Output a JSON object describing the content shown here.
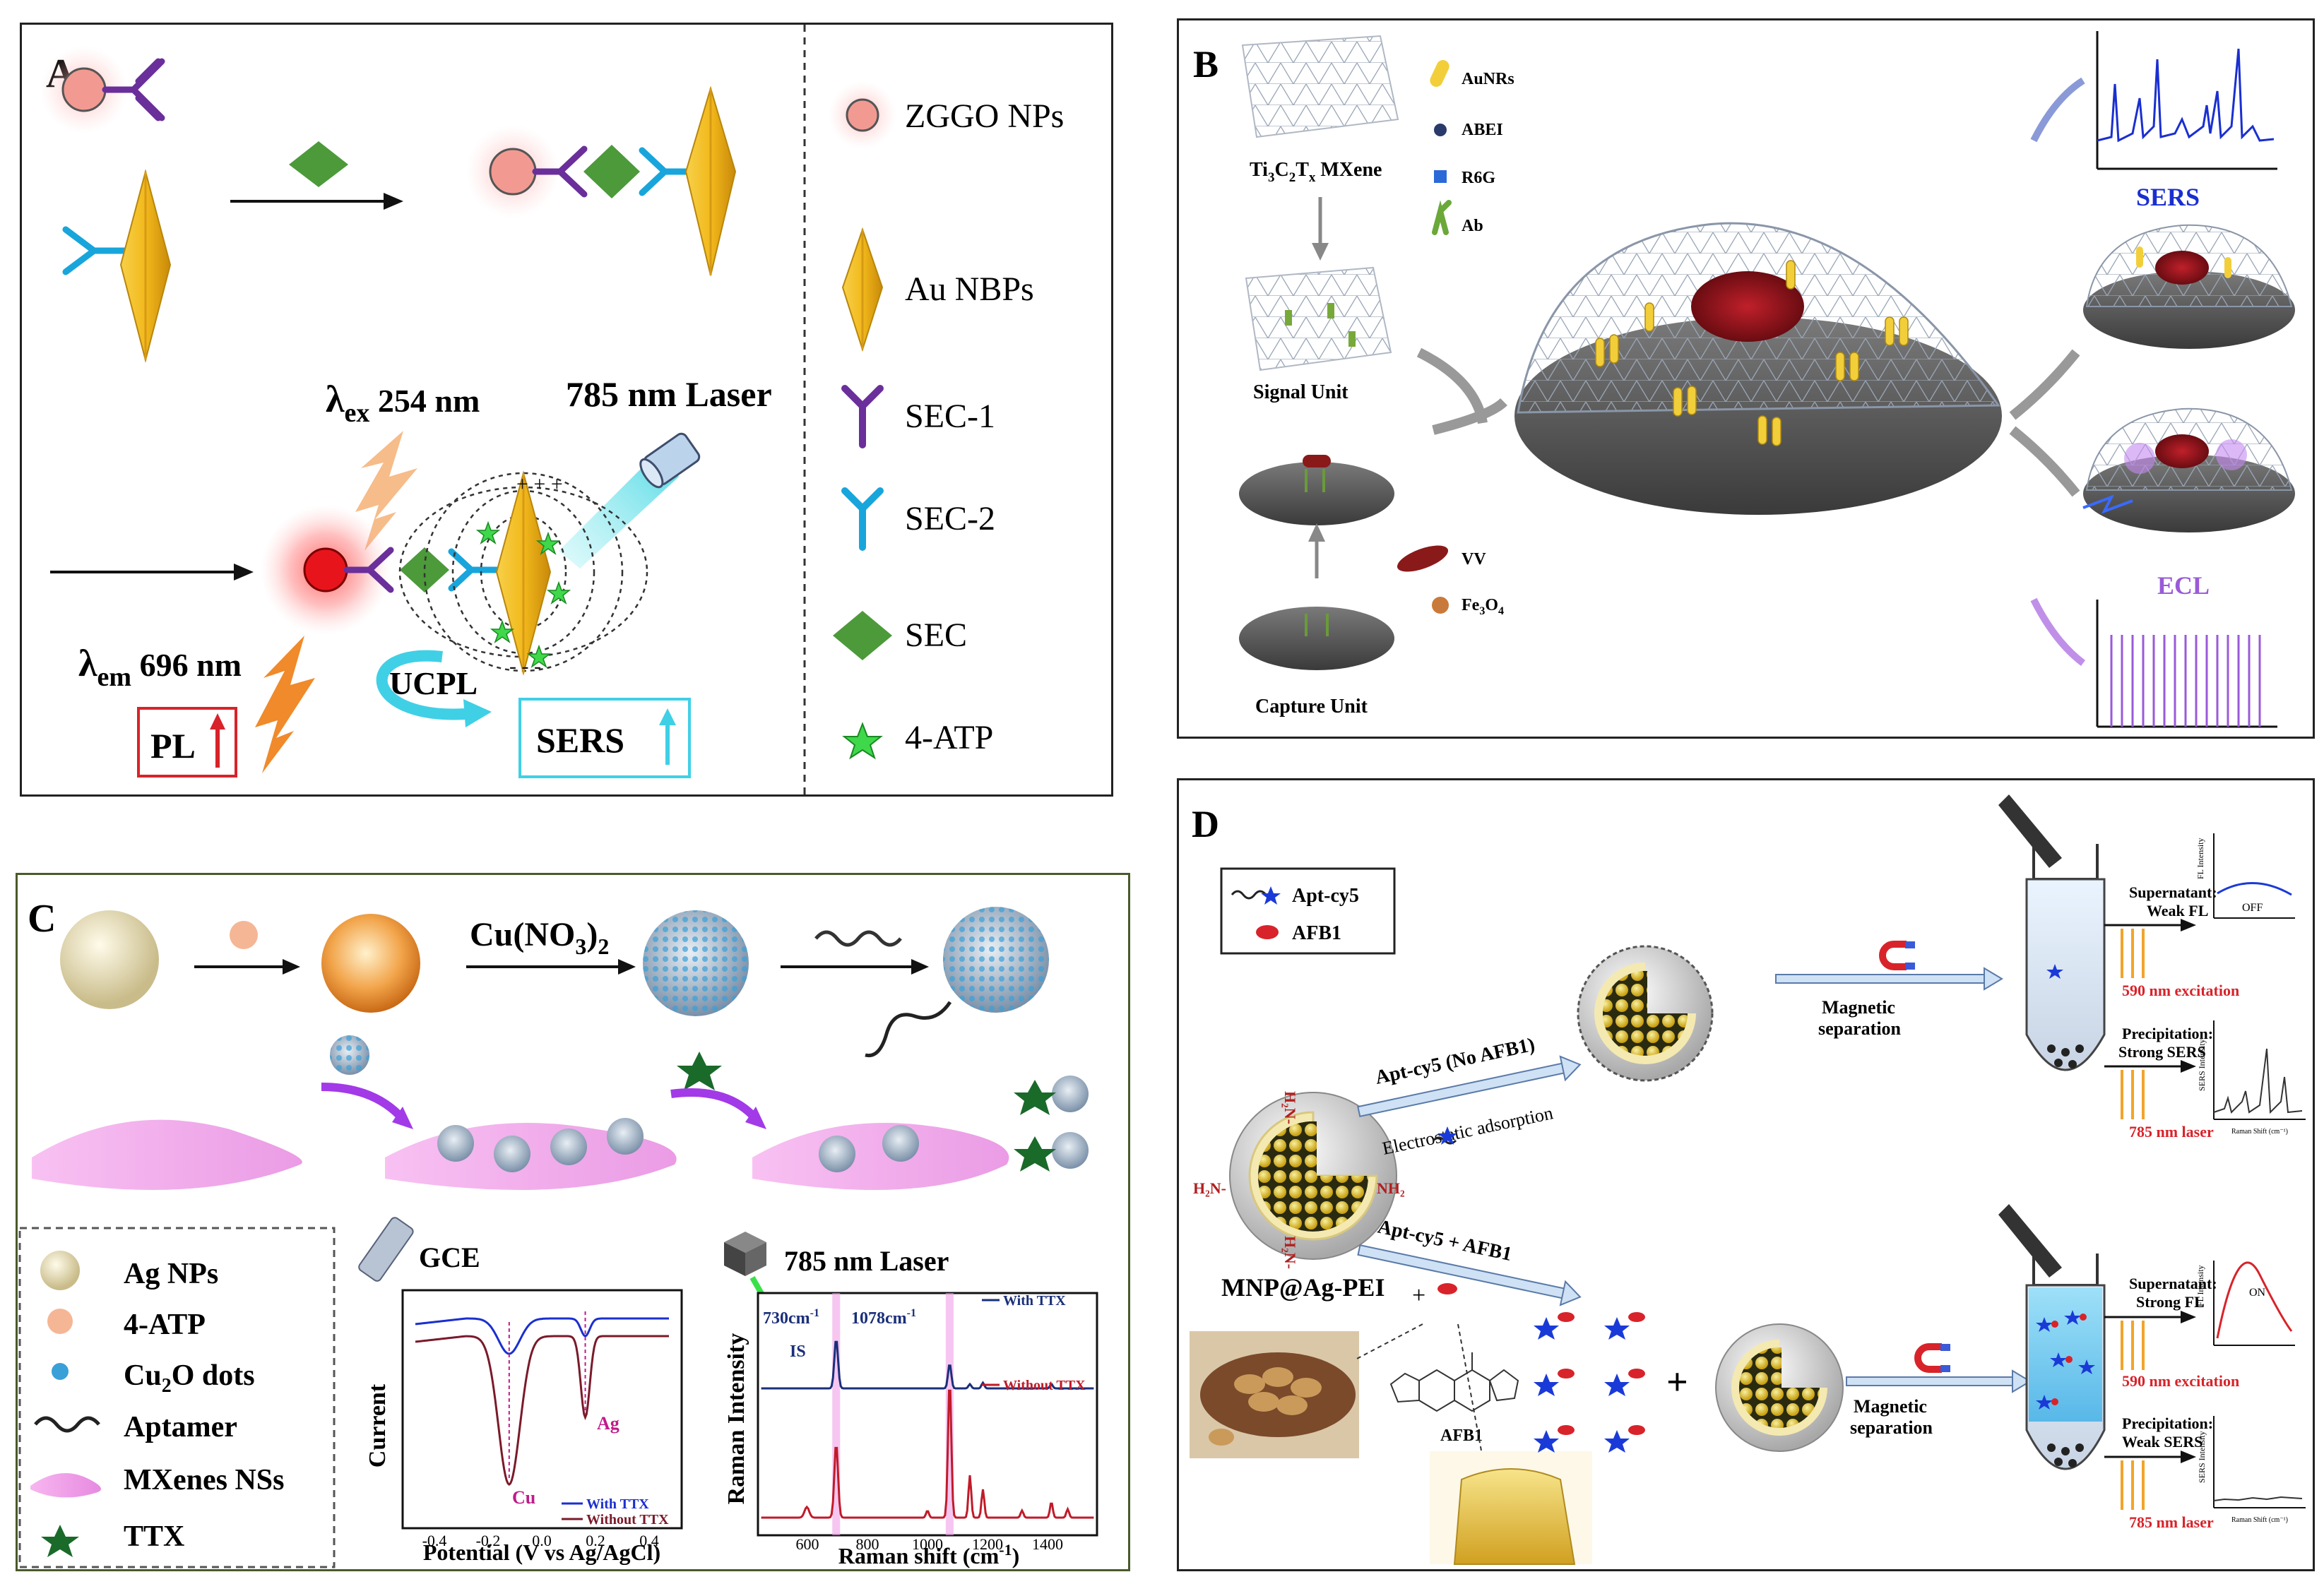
{
  "panelA": {
    "letter": "A",
    "legend": {
      "zggo": "ZGGO NPs",
      "aunbp": "Au NBPs",
      "sec1": "SEC-1",
      "sec2": "SEC-2",
      "sec": "SEC",
      "atp": "4-ATP"
    },
    "lambda_ex_sym": "λ",
    "lambda_ex_sub": "ex",
    "lambda_ex_val": " 254 nm",
    "lambda_em_sym": "λ",
    "lambda_em_sub": "em",
    "lambda_em_val": " 696 nm",
    "laser": "785 nm Laser",
    "ucpl": "UCPL",
    "pl": "PL",
    "sers": "SERS"
  },
  "panelB": {
    "letter": "B",
    "mxene_main": "Ti",
    "mxene_s1": "3",
    "mxene_c": "C",
    "mxene_s2": "2",
    "mxene_t": "T",
    "mxene_s3": "x",
    "mxene_end": " MXene",
    "legend": {
      "aunrs": "AuNRs",
      "abei": "ABEI",
      "r6g": "R6G",
      "ab": "Ab",
      "vv": "VV",
      "fe3o4_a": "Fe",
      "fe3o4_b": "3",
      "fe3o4_c": "O",
      "fe3o4_d": "4"
    },
    "signal_unit": "Signal Unit",
    "capture_unit": "Capture Unit",
    "sers": "SERS",
    "ecl": "ECL"
  },
  "panelC": {
    "letter": "C",
    "cuno3_a": "Cu(NO",
    "cuno3_b": "3",
    "cuno3_c": ")",
    "cuno3_d": "2",
    "legend": {
      "agnps": "Ag NPs",
      "atp": "4-ATP",
      "cu2o_a": "Cu",
      "cu2o_b": "2",
      "cu2o_c": "O dots",
      "aptamer": "Aptamer",
      "mxenes": "MXenes NSs",
      "ttx": "TTX"
    },
    "gce": "GCE",
    "laser": "785 nm Laser",
    "cv": {
      "ylabel": "Current",
      "xlabel": "Potential (V vs Ag/AgCl)",
      "ticks": [
        "-0.4",
        "-0.2",
        "0.0",
        "0.2",
        "0.4"
      ],
      "cu": "Cu",
      "ag": "Ag",
      "with": "With TTX",
      "without": "Without TTX"
    },
    "raman": {
      "ylabel": "Raman Intensity",
      "xlabel_a": "Raman shift (cm",
      "xlabel_b": "-1",
      "xlabel_c": ")",
      "ticks": [
        "600",
        "800",
        "1000",
        "1200",
        "1400"
      ],
      "peak1_a": "730cm",
      "peak1_b": "-1",
      "peak2_a": "1078cm",
      "peak2_b": "-1",
      "is": "IS",
      "with": "With TTX",
      "without": "Without TTX"
    }
  },
  "panelD": {
    "letter": "D",
    "legend": {
      "apt": "Apt-cy5",
      "afb1": "AFB1"
    },
    "arrow_top": "Apt-cy5 (No AFB1)",
    "electrostatic": "Electrostatic adsorption",
    "arrow_bottom": "Apt-cy5 + AFB1",
    "mnp": "MNP@Ag-PEI",
    "afb1_label": "AFB1",
    "nh2_top": "H₂N-",
    "nh2_left": "H₂N-",
    "nh2_right": "NH₂",
    "nh2_bottom": "H₂N-",
    "plus_small": "+",
    "plus_big": "+",
    "magnetic1_a": "Magnetic",
    "magnetic1_b": "separation",
    "magnetic2_a": "Magnetic",
    "magnetic2_b": "separation",
    "top": {
      "supernatant_a": "Supernatant:",
      "supernatant_b": "Weak FL",
      "excitation": "590 nm excitation",
      "precip_a": "Precipitation:",
      "precip_b": "Strong SERS",
      "laser": "785 nm laser",
      "fl_ylabel": "FL Intensity",
      "off": "OFF",
      "sers_ylabel": "SERS Intensity",
      "sers_xlabel": "Raman Shift (cm⁻¹)"
    },
    "bottom": {
      "supernatant_a": "Supernatant:",
      "supernatant_b": "Strong FL",
      "excitation": "590 nm excitation",
      "precip_a": "Precipitation:",
      "precip_b": "Weak SERS",
      "laser": "785 nm laser",
      "fl_ylabel": "FL Intensity",
      "on": "ON",
      "sers_ylabel": "SERS Intensity",
      "sers_xlabel": "Raman Shift (cm⁻¹)"
    }
  }
}
